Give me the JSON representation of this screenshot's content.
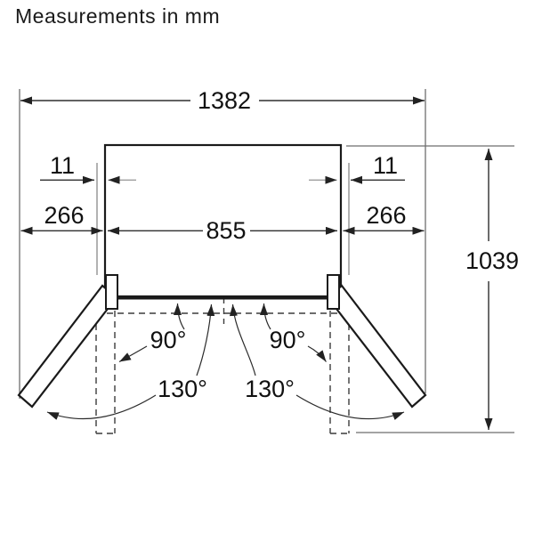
{
  "title": "Measurements in mm",
  "units": "mm",
  "colors": {
    "outline": "#1a1a1a",
    "dimension_line": "#2e2e2e",
    "extension_line": "#6e6e6e",
    "light_line": "#9e9e9e",
    "text": "#111111",
    "background": "#ffffff"
  },
  "dimensions": {
    "total_width_doors_open": "1382",
    "door_offset_left": "11",
    "door_offset_right": "11",
    "side_clearance_left": "266",
    "side_clearance_right": "266",
    "inner_width": "855",
    "depth_doors_open": "1039"
  },
  "angles": {
    "left_door_90": "90°",
    "right_door_90": "90°",
    "left_door_130": "130°",
    "right_door_130": "130°"
  }
}
